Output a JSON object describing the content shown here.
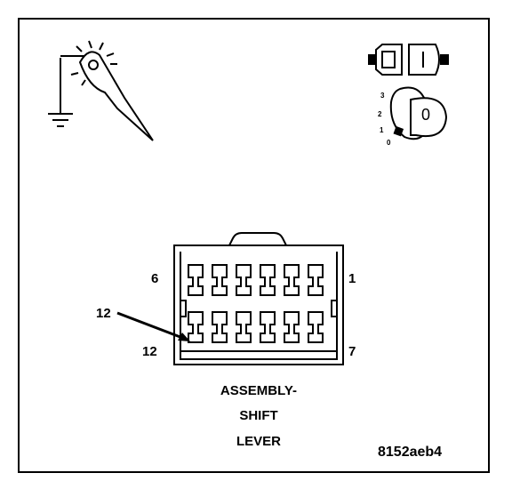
{
  "connector": {
    "pin_labels": {
      "top_left": "6",
      "top_right": "1",
      "bottom_left": "12",
      "bottom_right": "7"
    },
    "callout": "12",
    "caption_lines": [
      "ASSEMBLY-",
      "SHIFT",
      "LEVER"
    ]
  },
  "ignition": {
    "positions": [
      "3",
      "2",
      "1",
      "0"
    ],
    "key_mark": "0"
  },
  "figure_id": "8152aeb4"
}
